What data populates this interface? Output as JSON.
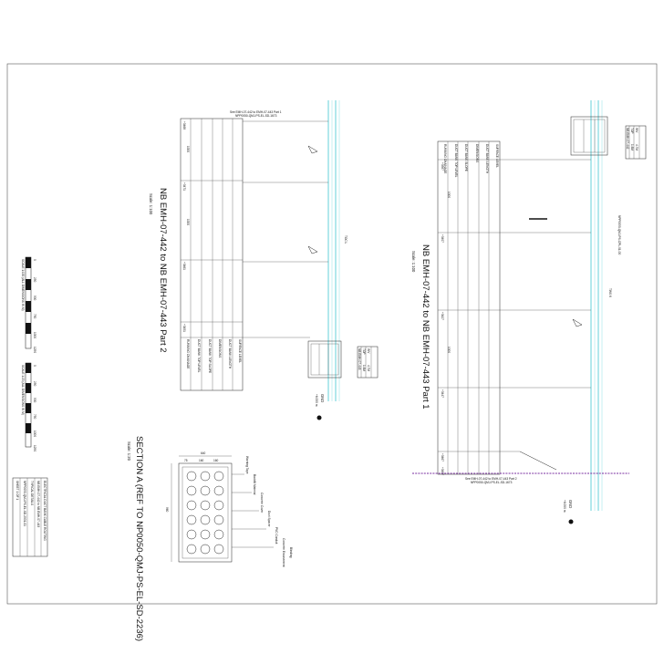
{
  "part2": {
    "title": "NB EMH-07-442 to NB EMH-07-443 Part 2",
    "scale": "Scale: 1:100",
    "see_ref_1": "See EMH-07-442 to EMH-07-443 Part 1",
    "see_ref_2": "NPP0050-QMJ-PS-EL-SD-1673",
    "grade_1": "1000",
    "grade_2": "1000",
    "slope_label": "TOC L",
    "gnd": "GND",
    "gnd_level": "+6.000 m",
    "row_labels": [
      "SURFACE LEVEL",
      "DUCT BANK LENGTH",
      "DIMENSIONS",
      "DUCT BANK TOP SLOPE",
      "DUCT BANK TOP LEVEL",
      "RUNNING CHAINAGE"
    ],
    "chainages": [
      "+3468",
      "+3471",
      "+3461",
      "+3451"
    ]
  },
  "part1": {
    "title": "NB EMH-07-442 to NB EMH-07-443 Part 1",
    "scale": "Scale: 1:100",
    "see_ref_1": "See EMH-07-442 to EMH-07-443 Part 2",
    "see_ref_2": "NPP0050-QMJ-PS-EL-SD-1673",
    "grade_1": "1000",
    "grade_2": "1000",
    "slope_label": "TWS 6",
    "gnd": "GND",
    "gnd_level": "+6.000 m",
    "riser_label": "NPP0050-QMJ-PS-CPL-01-00",
    "row_labels": [
      "SURFACE LEVEL",
      "DUCT BANK LENGTH",
      "DIMENSIONS",
      "DUCT BANK SLOPE",
      "DUCT BANK TOP LEVEL",
      "RUNNING CHAINAGE"
    ],
    "chainages": [
      "+3397",
      "+3407",
      "+3427",
      "+3447",
      "+3467",
      "+3487"
    ]
  },
  "section": {
    "title": "SECTION A (REF TO NP0050-QMJ-PS-EL-SD-2236)",
    "scale": "Scale: 1:20",
    "width_dim": "640",
    "col_dims": [
      "75",
      "160",
      "160"
    ],
    "height_dim": "960",
    "callouts": [
      "Warning Tape",
      "Backfill Material",
      "Concrete Cover",
      "Duct Spacer",
      "PVC Conduit",
      "Concrete Encasement",
      "Blinding"
    ]
  },
  "scale_bars": [
    {
      "label": "SCALE 1:100 (ALL DIMENSIONS IN M)",
      "ticks": [
        "0",
        "250",
        "500",
        "750",
        "1000",
        "1250"
      ]
    },
    {
      "label": "SCALE 1:20 (ALL DIMENSIONS IN M)",
      "ticks": [
        "0",
        "250",
        "500",
        "750",
        "1000",
        "1250"
      ]
    }
  ],
  "title_block": {
    "line1": "ELECTRICAL DUCT BANK CABLE ROUTING",
    "line2": "NB EMH-07-442 to NB EMH-07-443",
    "line3": "TYPICAL DETAILS",
    "drawing_no": "NPP0050-QMJ-PS-EL-SD-2001-01",
    "sheet_label": "SHEET 1 OF 1"
  },
  "manhole_tables": [
    {
      "rows": [
        "NB EMH-07-443",
        "TOP",
        "1.6M",
        "INV",
        "4.7M"
      ]
    },
    {
      "rows": [
        "NB EMH-07-442",
        "TOP",
        "1.6M",
        "INV",
        "4.7M"
      ]
    }
  ],
  "colors": {
    "duct": "#3fc6d0",
    "boundary": "#7a2fa0",
    "ink": "#222222"
  }
}
